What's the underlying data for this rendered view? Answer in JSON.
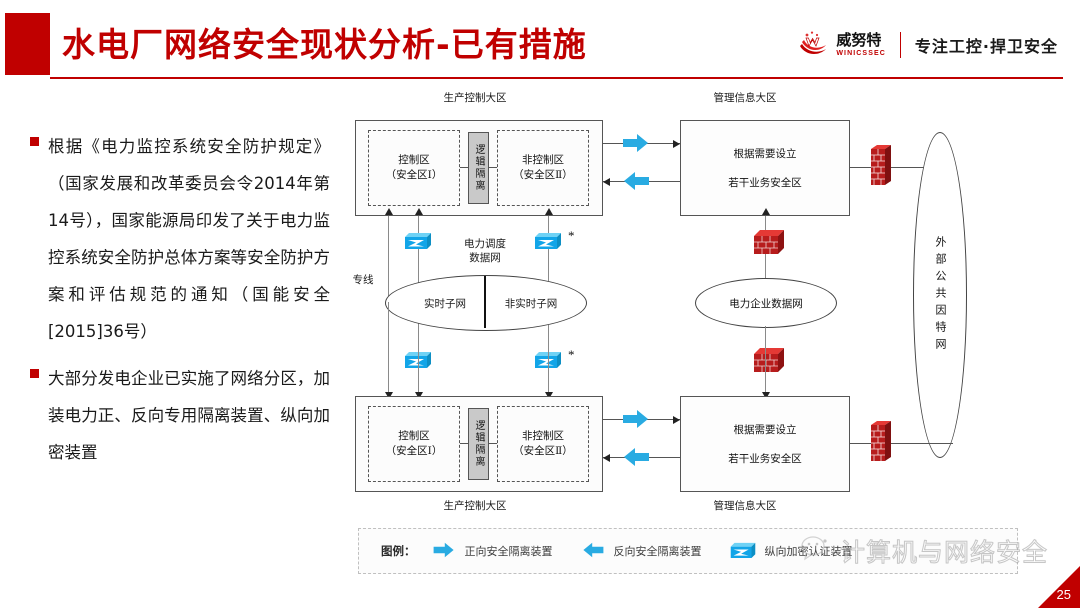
{
  "header": {
    "title": "水电厂网络安全现状分析-已有措施",
    "accent_color": "#c00000",
    "logo": {
      "cn": "威努特",
      "en": "WINICSSEC",
      "slogan": "专注工控·捍卫安全"
    }
  },
  "bullets": [
    "根据《电力监控系统安全防护规定》（国家发展和改革委员会令2014年第14号），国家能源局印发了关于电力监控系统安全防护总体方案等安全防护方案和评估规范的通知（国能安全[2015]36号）",
    "大部分发电企业已实施了网络分区，加装电力正、反向专用隔离装置、纵向加密装置"
  ],
  "diagram": {
    "labels": {
      "prod_zone_top": "生产控制大区",
      "prod_zone_bottom": "生产控制大区",
      "mgmt_zone_top": "管理信息大区",
      "mgmt_zone_bottom": "管理信息大区",
      "dedicated_line": "专线",
      "dispatch_net": "电力调度",
      "dispatch_net2": "数据网",
      "realtime_subnet": "实时子网",
      "nonrealtime_subnet": "非实时子网",
      "enterprise_net": "电力企业数据网",
      "external_internet": "外部公共因特网",
      "asterisk": "*"
    },
    "zones": {
      "control_area": "控制区",
      "control_area_sub": "（安全区Ⅰ）",
      "noncontrol_area": "非控制区",
      "noncontrol_area_sub": "（安全区Ⅱ）",
      "logic_isolation": "逻辑隔离",
      "mgmt_line1": "根据需要设立",
      "mgmt_line2": "若干业务安全区"
    }
  },
  "legend": {
    "title": "图例：",
    "items": [
      {
        "icon": "forward-arrow-icon",
        "label": "正向安全隔离装置"
      },
      {
        "icon": "reverse-arrow-icon",
        "label": "反向安全隔离装置"
      },
      {
        "icon": "vpn-device-icon",
        "label": "纵向加密认证装置"
      }
    ]
  },
  "watermark": {
    "text": "计算机与网络安全"
  },
  "page": {
    "number": "25"
  }
}
